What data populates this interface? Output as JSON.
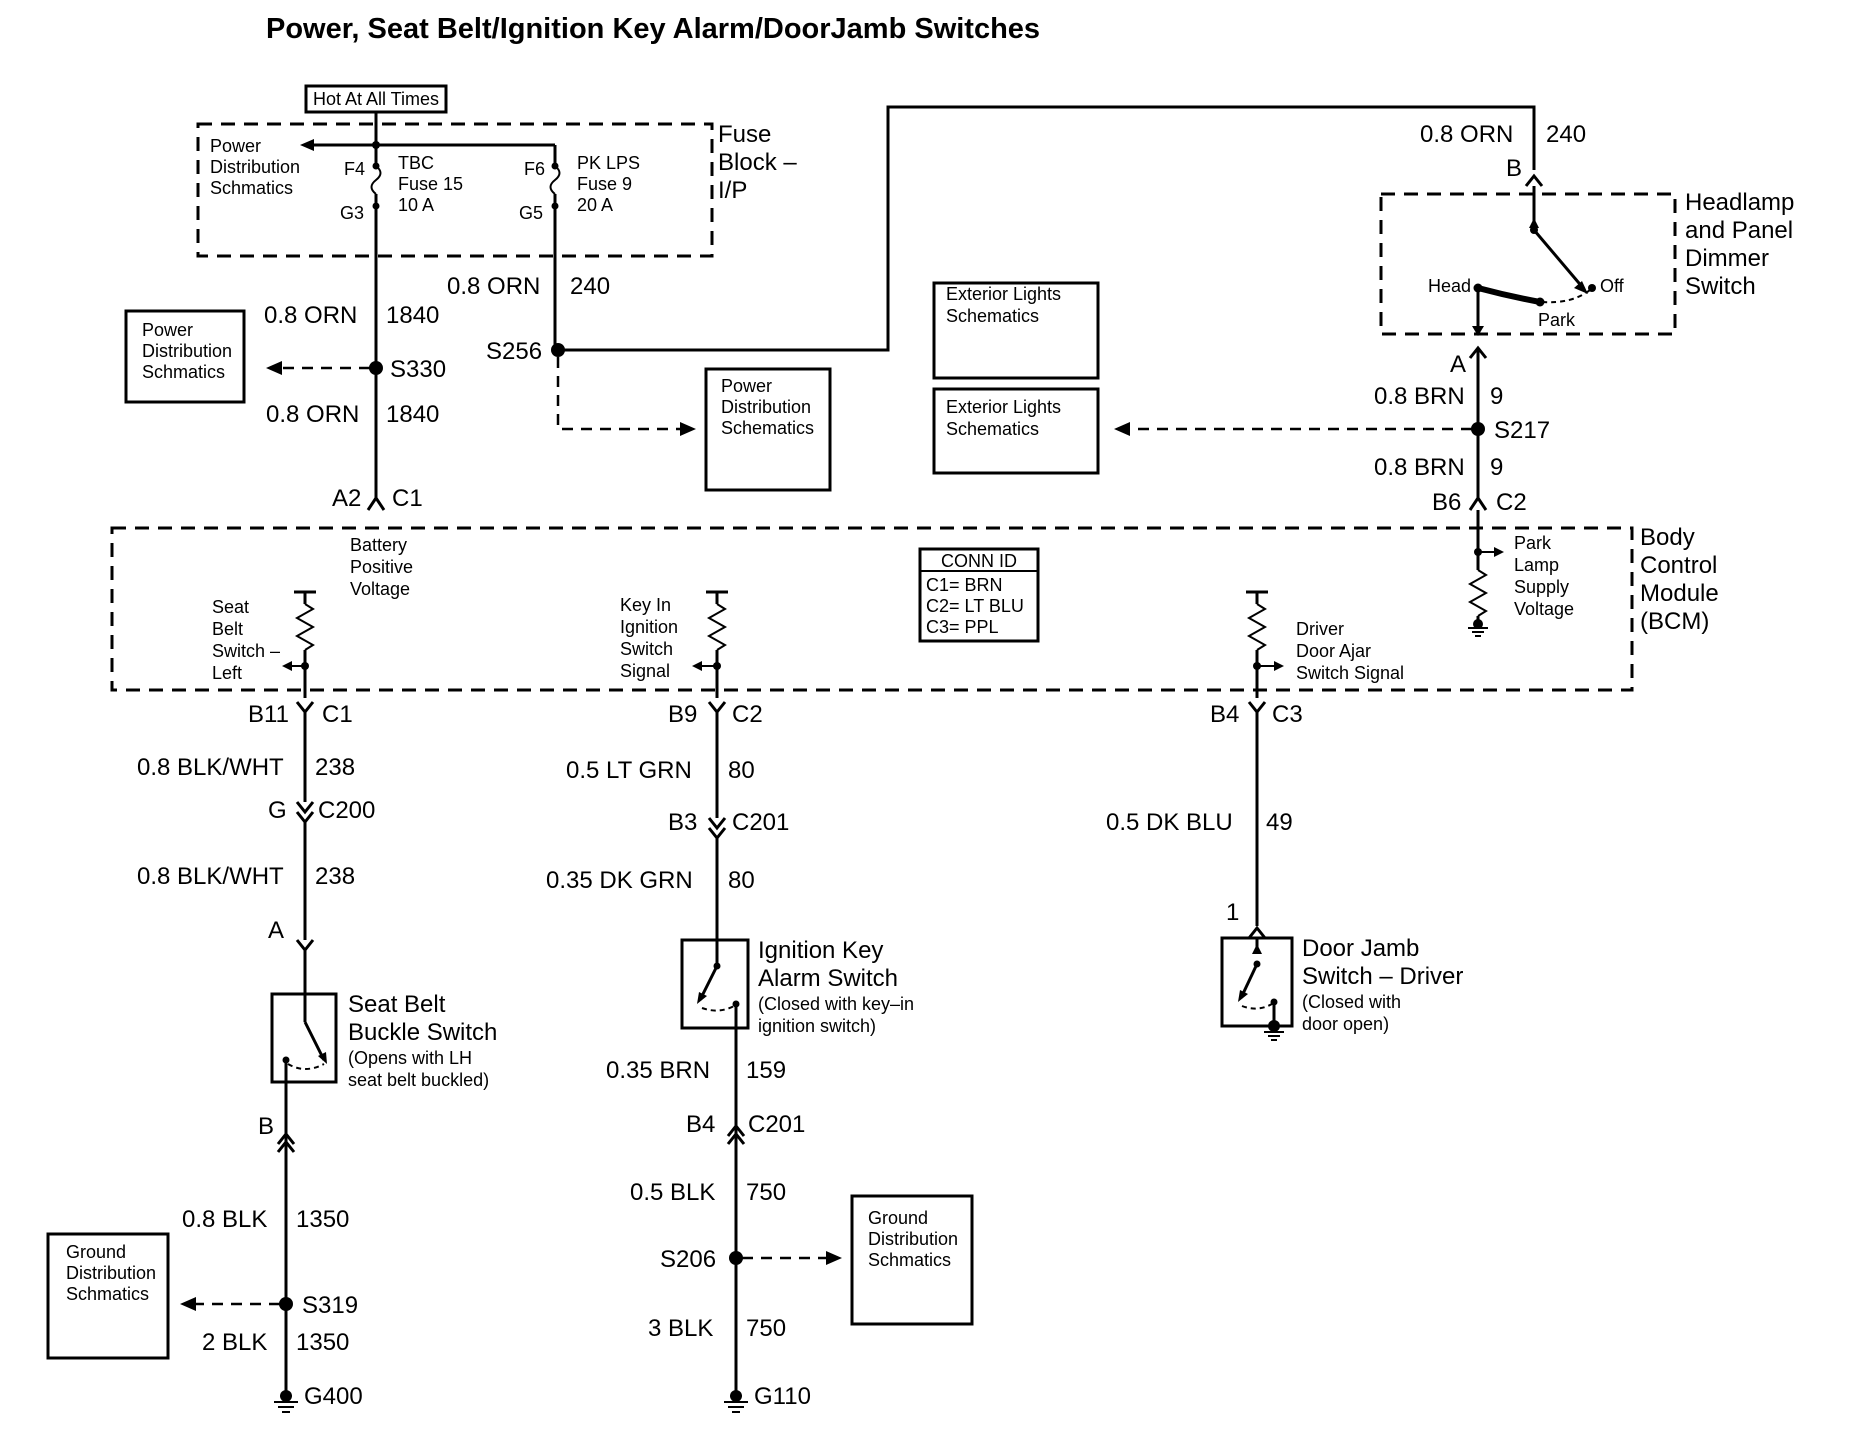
{
  "title": "Power, Seat Belt/Ignition Key Alarm/DoorJamb Switches",
  "fuse_block": {
    "hot_label": "Hot At All Times",
    "name": [
      "Fuse",
      "Block –",
      "I/P"
    ],
    "left_ref": [
      "Power",
      "Distribution",
      "Schmatics"
    ],
    "fuse_left": {
      "top_pin": "F4",
      "bottom_pin": "G3",
      "lines": [
        "TBC",
        "Fuse 15",
        "10 A"
      ]
    },
    "fuse_right": {
      "top_pin": "F6",
      "bottom_pin": "G5",
      "lines": [
        "PK LPS",
        "Fuse 9",
        "20 A"
      ]
    }
  },
  "refs": {
    "power_dist_left": [
      "Power",
      "Distribution",
      "Schmatics"
    ],
    "power_dist_mid": [
      "Power",
      "Distribution",
      "Schematics"
    ],
    "ext_lights_1": [
      "Exterior Lights",
      "Schematics"
    ],
    "ext_lights_2": [
      "Exterior Lights",
      "Schematics"
    ],
    "ground_left": [
      "Ground",
      "Distribution",
      "Schmatics"
    ],
    "ground_mid": [
      "Ground",
      "Distribution",
      "Schmatics"
    ]
  },
  "wires": {
    "w1840_top": {
      "gauge": "0.8 ORN",
      "circuit": "1840"
    },
    "w1840_bot": {
      "gauge": "0.8 ORN",
      "circuit": "1840"
    },
    "w240_mid": {
      "gauge": "0.8 ORN",
      "circuit": "240"
    },
    "w240_top": {
      "gauge": "0.8 ORN",
      "circuit": "240"
    },
    "w9_top": {
      "gauge": "0.8 BRN",
      "circuit": "9"
    },
    "w9_bot": {
      "gauge": "0.8 BRN",
      "circuit": "9"
    },
    "w238_top": {
      "gauge": "0.8 BLK/WHT",
      "circuit": "238"
    },
    "w238_bot": {
      "gauge": "0.8 BLK/WHT",
      "circuit": "238"
    },
    "w80_top": {
      "gauge": "0.5 LT GRN",
      "circuit": "80"
    },
    "w80_bot": {
      "gauge": "0.35 DK GRN",
      "circuit": "80"
    },
    "w49": {
      "gauge": "0.5 DK BLU",
      "circuit": "49"
    },
    "w159": {
      "gauge": "0.35 BRN",
      "circuit": "159"
    },
    "w750_top": {
      "gauge": "0.5 BLK",
      "circuit": "750"
    },
    "w750_bot": {
      "gauge": "3 BLK",
      "circuit": "750"
    },
    "w1350_top": {
      "gauge": "0.8 BLK",
      "circuit": "1350"
    },
    "w1350_bot": {
      "gauge": "2 BLK",
      "circuit": "1350"
    }
  },
  "splices": {
    "s330": "S330",
    "s256": "S256",
    "s217": "S217",
    "s206": "S206",
    "s319": "S319"
  },
  "grounds": {
    "g400": "G400",
    "g110": "G110"
  },
  "connectors": {
    "a2": "A2",
    "c1_top": "C1",
    "b6": "B6",
    "c2_top": "C2",
    "b11": "B11",
    "c1_bot": "C1",
    "b9": "B9",
    "c2_bot": "C2",
    "b4_bcm": "B4",
    "c3": "C3",
    "g": "G",
    "c200": "C200",
    "b3": "B3",
    "c201_a": "C201",
    "b4": "B4",
    "c201_b": "C201",
    "a_seat": "A",
    "b_seat": "B",
    "pin_1": "1",
    "a_dimmer": "A",
    "b_dimmer": "B"
  },
  "dimmer": {
    "name": [
      "Headlamp",
      "and Panel",
      "Dimmer",
      "Switch"
    ],
    "head": "Head",
    "park": "Park",
    "off": "Off"
  },
  "bcm": {
    "name": [
      "Body",
      "Control",
      "Module",
      "(BCM)"
    ],
    "battery": [
      "Battery",
      "Positive",
      "Voltage"
    ],
    "seat_belt_sig": [
      "Seat",
      "Belt",
      "Switch –",
      "Left"
    ],
    "key_in_sig": [
      "Key In",
      "Ignition",
      "Switch",
      "Signal"
    ],
    "driver_door_sig": [
      "Driver",
      "Door Ajar",
      "Switch Signal"
    ],
    "park_lamp": [
      "Park",
      "Lamp",
      "Supply",
      "Voltage"
    ],
    "conn_id_title": "CONN ID",
    "conn_id_lines": [
      "C1= BRN",
      "C2= LT BLU",
      "C3= PPL"
    ]
  },
  "switches": {
    "seat_belt": {
      "name": [
        "Seat Belt",
        "Buckle Switch"
      ],
      "note": [
        "(Opens with LH",
        "seat belt buckled)"
      ]
    },
    "ignition_key": {
      "name": [
        "Ignition Key",
        "Alarm Switch"
      ],
      "note": [
        "(Closed with key–in",
        "ignition switch)"
      ]
    },
    "door_jamb": {
      "name": [
        "Door Jamb",
        "Switch – Driver"
      ],
      "note": [
        "(Closed with",
        "door open)"
      ]
    }
  }
}
